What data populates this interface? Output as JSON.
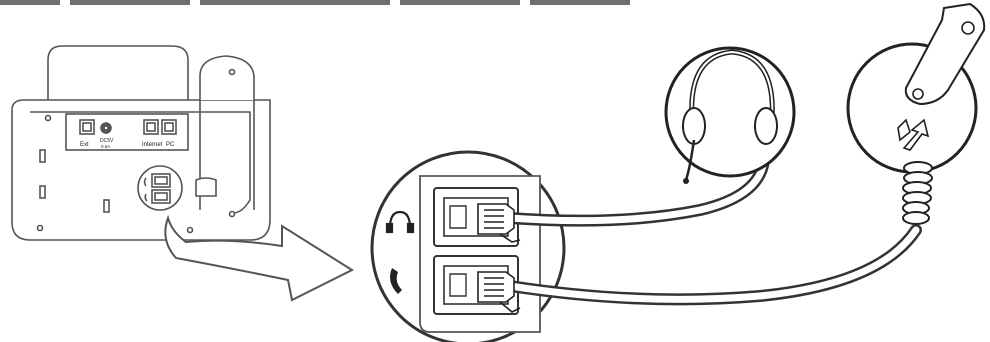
{
  "phone_back": {
    "ports": {
      "ext_label": "Ext",
      "power_label": "DC5V",
      "power_sublabel": "0.6A",
      "internet_label": "Internet",
      "pc_label": "PC"
    }
  },
  "icons": {
    "headset_port_icon": "headset-icon",
    "handset_port_icon": "handset-icon",
    "headset_callout": "headset-icon",
    "handset_callout": "handset-icon",
    "insert_arrow": "arrow-icon",
    "zoom_arrow": "curved-arrow-icon"
  }
}
